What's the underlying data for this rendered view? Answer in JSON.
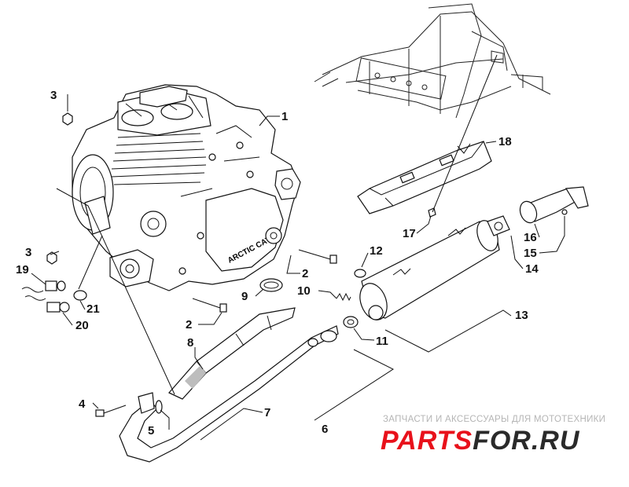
{
  "diagram": {
    "labels": [
      "1",
      "2",
      "2",
      "3",
      "3",
      "4",
      "5",
      "6",
      "7",
      "8",
      "9",
      "10",
      "11",
      "12",
      "13",
      "14",
      "15",
      "16",
      "17",
      "18",
      "19",
      "20",
      "21"
    ]
  },
  "watermark": {
    "subtitle": "ЗАПЧАСТИ И АКСЕССУАРЫ ДЛЯ МОТОТЕХНИКИ",
    "brand_a": "PARTS",
    "brand_b": "FOR.RU",
    "colors": {
      "subtitle": "#b5b5b5",
      "brand_red": "#e8111b",
      "brand_dark": "#2a2a2a"
    }
  },
  "engine_text": "ARCTIC CAT"
}
